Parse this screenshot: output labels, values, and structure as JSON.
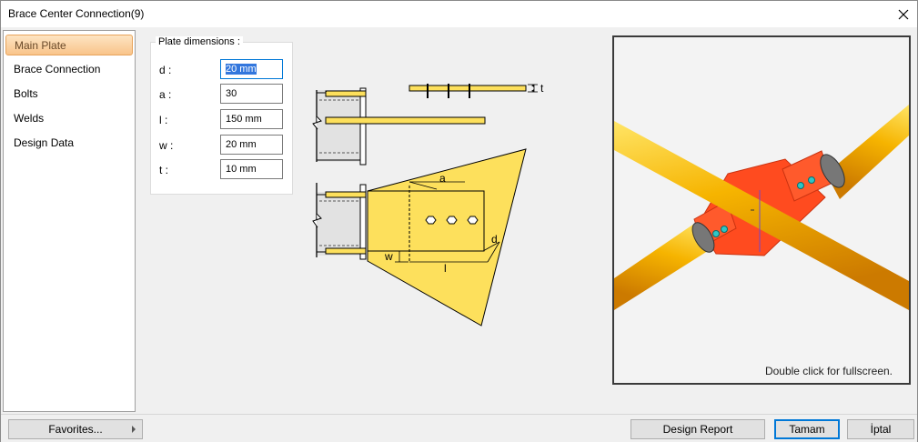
{
  "window": {
    "title": "Brace Center Connection(9)"
  },
  "sidebar": {
    "items": [
      {
        "label": "Main Plate",
        "selected": true
      },
      {
        "label": "Brace Connection",
        "selected": false
      },
      {
        "label": "Bolts",
        "selected": false
      },
      {
        "label": "Welds",
        "selected": false
      },
      {
        "label": "Design Data",
        "selected": false
      }
    ]
  },
  "plate": {
    "group_title": "Plate dimensions :",
    "fields": [
      {
        "label": "d :",
        "value": "20 mm"
      },
      {
        "label": "a :",
        "value": "30"
      },
      {
        "label": "l :",
        "value": "150 mm"
      },
      {
        "label": "w :",
        "value": "20 mm"
      },
      {
        "label": "t :",
        "value": "10 mm"
      }
    ]
  },
  "diagram": {
    "labels": {
      "t": "t",
      "a": "a",
      "d": "d",
      "w": "w",
      "l": "l"
    },
    "plate_color": "#fde05c",
    "column_color": "#e2e2e2"
  },
  "preview": {
    "hint": "Double click for fullscreen.",
    "brace_color": "#f5a800",
    "plate_color": "#ff4b1f",
    "bolt_color": "#2ec6c6"
  },
  "footer": {
    "favorites": "Favorites...",
    "design_report": "Design Report",
    "ok": "Tamam",
    "cancel": "İptal"
  }
}
